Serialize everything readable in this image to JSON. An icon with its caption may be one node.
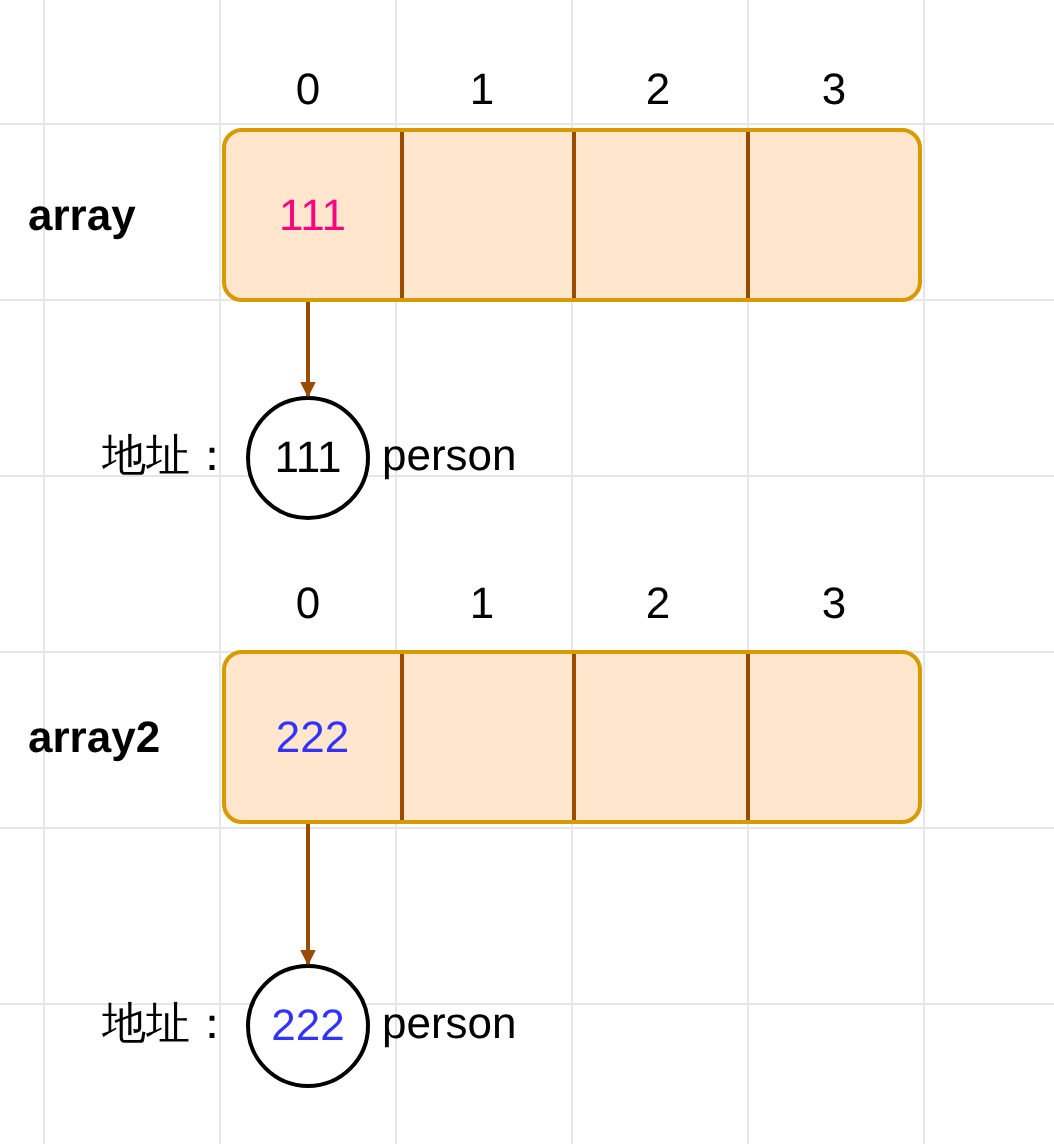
{
  "diagram": {
    "nodes": [
      {
        "text": [
          "array"
        ]
      },
      {
        "text": [
          "111"
        ],
        "in": 0
      },
      {
        "text": [],
        "shape": "box",
        "in": 0
      },
      {
        "text": [],
        "shape": "box",
        "in": 0
      },
      {
        "text": [],
        "shape": "box",
        "in": 0
      },
      {
        "text": [
          "111"
        ],
        "beside": [
          "地址：",
          "person"
        ]
      },
      {
        "text": [
          "array2"
        ]
      },
      {
        "text": [
          "222"
        ],
        "in": 6
      },
      {
        "text": [],
        "shape": "box",
        "in": 6
      },
      {
        "text": [],
        "shape": "box",
        "in": 6
      },
      {
        "text": [],
        "shape": "box",
        "in": 6
      },
      {
        "text": [
          "222"
        ],
        "beside": [
          "地址：",
          "person"
        ]
      }
    ],
    "edges": [
      {
        "from": 1,
        "to": 5,
        "arrow": "to"
      },
      {
        "from": 7,
        "to": 11,
        "arrow": "to"
      }
    ],
    "labels": [
      "0",
      "1",
      "2",
      "3",
      "0",
      "1",
      "2",
      "3"
    ]
  }
}
